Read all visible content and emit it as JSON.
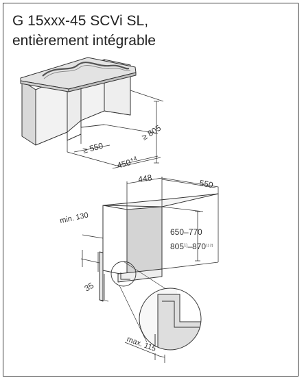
{
  "title": {
    "line1": "G 15xxx-45 SCVi SL,",
    "line2": "entièrement intégrable"
  },
  "niche": {
    "height_label": "≥ 805",
    "depth_label": "≥ 550",
    "width_main": "450",
    "width_sup": "+4"
  },
  "appliance": {
    "width_label": "448",
    "depth_label": "550",
    "height_range_1": "650–770",
    "height_range_2_main": "805",
    "height_range_2_sup1": "1)",
    "height_range_2_sep": "–870",
    "height_range_2_sup2": "1) 2)",
    "min_label": "min. 130",
    "offset_label": "35",
    "max_label": "max. 115"
  },
  "colors": {
    "line": "#333333",
    "countertop": "#e6e6e6",
    "panel": "#f3f3f3",
    "shadow": "#cfcfcf",
    "interior": "#dcdcdc"
  }
}
